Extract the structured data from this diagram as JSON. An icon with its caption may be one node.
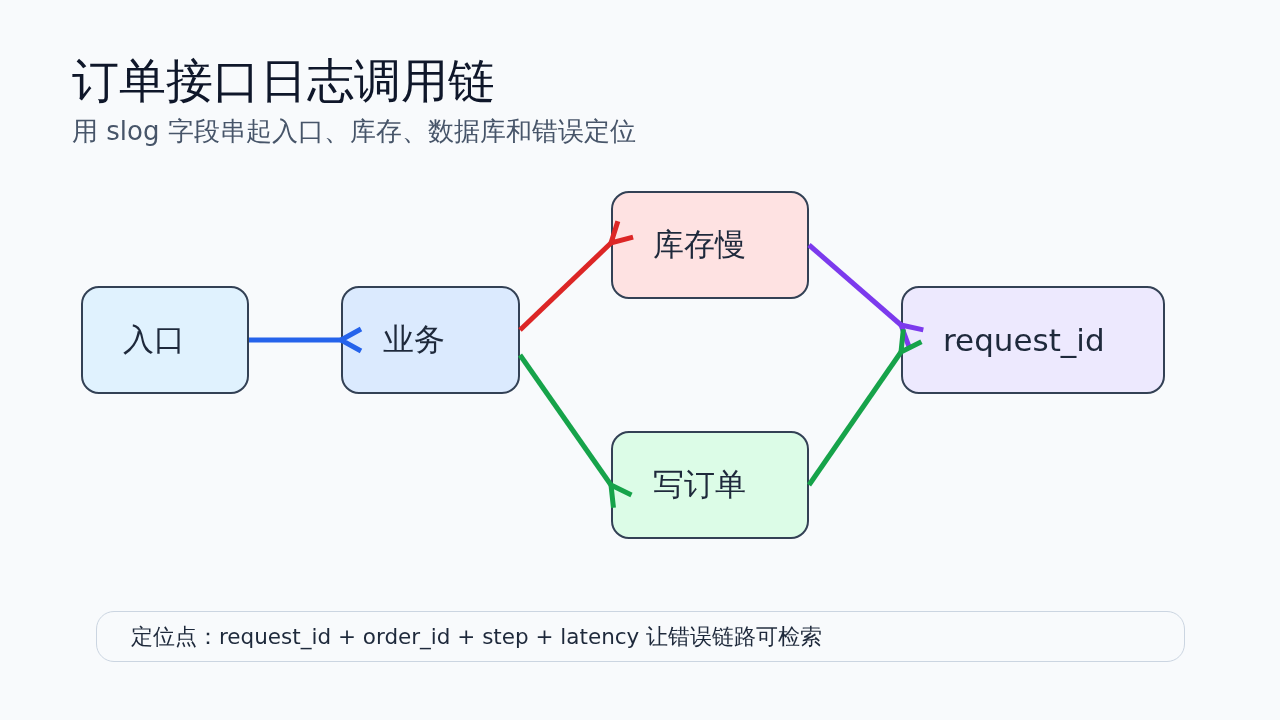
{
  "diagram": {
    "title": "订单接口日志调用链",
    "nodes": [
      {
        "text": [
          "入口"
        ]
      },
      {
        "text": [
          "业务"
        ]
      },
      {
        "text": [
          "库存慢"
        ]
      },
      {
        "text": [
          "写订单"
        ]
      },
      {
        "text": [
          "request_id"
        ]
      },
      {
        "text": [
          "定位点：request_id + order_id + step + latency 让错误链路可检索"
        ]
      }
    ],
    "edges": [
      {
        "from": 0,
        "to": 1,
        "arrow": "other",
        "color": "#2563eb"
      },
      {
        "from": 1,
        "to": 2,
        "arrow": "other",
        "color": "#dc2626"
      },
      {
        "from": 1,
        "to": 3,
        "arrow": "other",
        "color": "#16a34a"
      },
      {
        "from": 2,
        "to": 4,
        "arrow": "other",
        "color": "#7c3aed"
      },
      {
        "from": 3,
        "to": 4,
        "arrow": "other",
        "color": "#16a34a"
      }
    ],
    "labels": [
      "用 slog 字段串起入口、库存、数据库和错误定位"
    ]
  }
}
